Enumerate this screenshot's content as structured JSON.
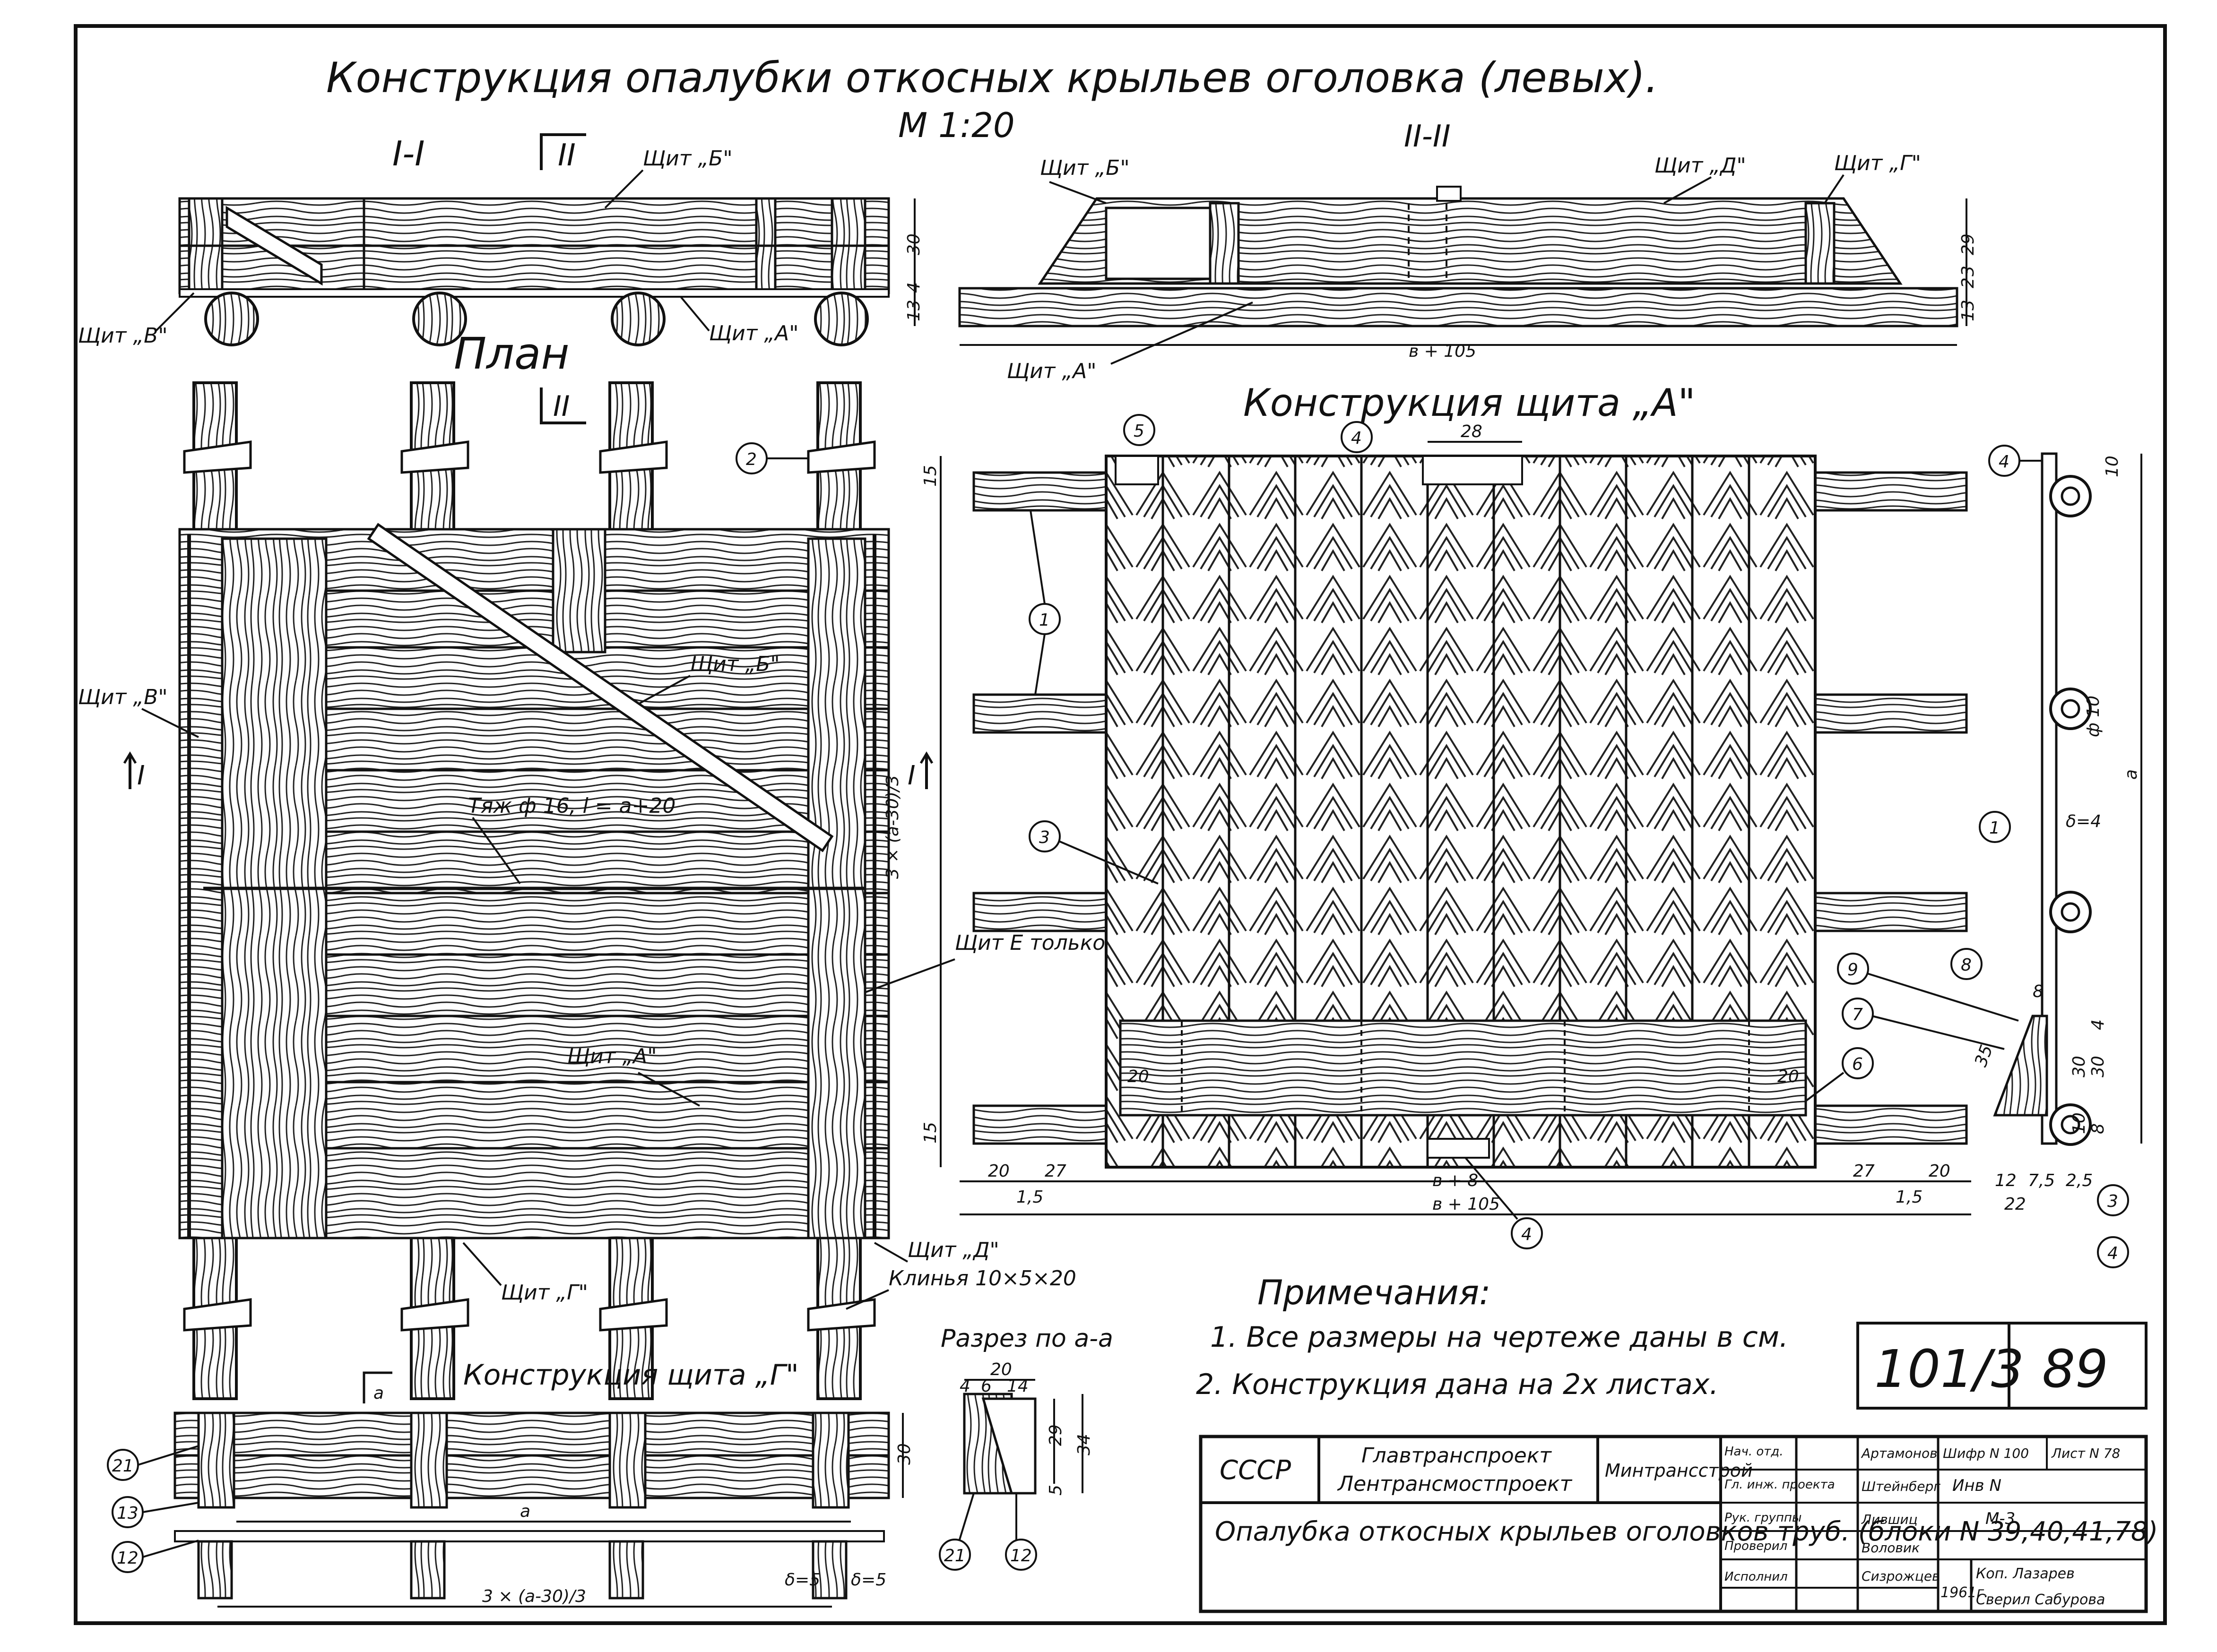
{
  "title": "Конструкция опалубки откосных крыльев оголовка (левых).",
  "scale": "М 1:20",
  "views": {
    "section1": {
      "title": "I-I",
      "marker": "II",
      "dims": [
        "30",
        "13",
        "4"
      ]
    },
    "section2": {
      "title": "II-II",
      "width_dim": "в + 105",
      "dims": [
        "29",
        "3",
        "2",
        "13"
      ]
    },
    "plan": {
      "title": "План",
      "marker": "II",
      "section_left": "I",
      "section_right": "I",
      "side_dim": "3 × (a-30)/3"
    },
    "shield_a": {
      "title": "Конструкция щита „А\"",
      "top_dim": "28",
      "bottom_dims": [
        "в + 8",
        "в + 105"
      ],
      "edge_dims": [
        "15",
        "15",
        "20",
        "27",
        "1,5",
        "27",
        "20",
        "1,5",
        "20",
        "20"
      ],
      "side_dims": [
        "a",
        "10",
        "ф 10",
        "δ=4",
        "35",
        "8",
        "12",
        "7,5",
        "2,5",
        "22",
        "30",
        "30",
        "10",
        "8",
        "4"
      ]
    },
    "shield_g": {
      "title": "Конструкция щита „Г\"",
      "section_label": "a",
      "length_label": "a",
      "bottom_dim": "3 × (a-30)/3",
      "right_dims": [
        "δ=5",
        "δ=5"
      ],
      "end_dim": "30"
    },
    "section_aa": {
      "title": "Разрез по a-a",
      "dims": [
        "20",
        "4",
        "6",
        "14",
        "29",
        "34",
        "5"
      ]
    }
  },
  "labels": [
    "Щит „Б\"",
    "Щит „В\"",
    "Щит „А\"",
    "Щит „Б\"",
    "Щит „Д\"",
    "Щит „Г\"",
    "Щит „А\"",
    "Щит „В\"",
    "Щит „Б\"",
    "Тяж ф 16, l = a+20",
    "Щит Е только для блока N 78",
    "Щит „А\"",
    "Щит „Г\"",
    "Щит „Д\"",
    "Клинья 10×5×20"
  ],
  "callouts": [
    "1",
    "2",
    "3",
    "4",
    "5",
    "6",
    "7",
    "8",
    "9",
    "12",
    "13",
    "21"
  ],
  "notes": {
    "title": "Примечания:",
    "items": [
      "1. Все размеры на чертеже даны в см.",
      "2. Конструкция дана на 2х листах."
    ]
  },
  "sheet_number": {
    "series": "101/3",
    "sheet": "89"
  },
  "stamp": {
    "country": "СССР",
    "org1": "Главтранспроект",
    "org2": "Лентрансмостпроект",
    "ministry": "Минтрансстрой",
    "roles": [
      "Нач. отд.",
      "Гл. инж. проекта",
      "Рук. группы",
      "Проверил",
      "Исполнил"
    ],
    "names": [
      "Артамонов",
      "Штейнберг",
      "Лившиц",
      "Воловик",
      "Сизрожцев"
    ],
    "drawing_title": "Опалубка откосных крыльев оголовков труб. (блоки N 39,40,41,78)",
    "cipher": "Шифр N 100",
    "sheet_label": "Лист N 78",
    "inv": "Инв N",
    "format": "М-3",
    "year": "1961г.",
    "copied": "Коп. Лазарев",
    "checked": "Сверил Сабурова"
  }
}
